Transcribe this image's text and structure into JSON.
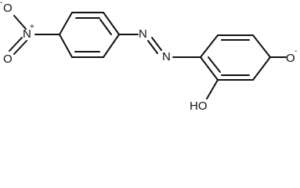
{
  "molecule": {
    "atoms": {
      "nitro_oxygen_top": "O",
      "nitro_nitrogen": "N",
      "nitro_oxygen_bottom": "O",
      "azo_nitrogen_1": "N",
      "azo_nitrogen_2": "N",
      "phenolate_oxygen": "O",
      "hydroxyl": "HO"
    },
    "charges": {
      "nitro_oxygen_top": "-",
      "nitro_nitrogen": "+",
      "phenolate_oxygen": "-"
    }
  }
}
